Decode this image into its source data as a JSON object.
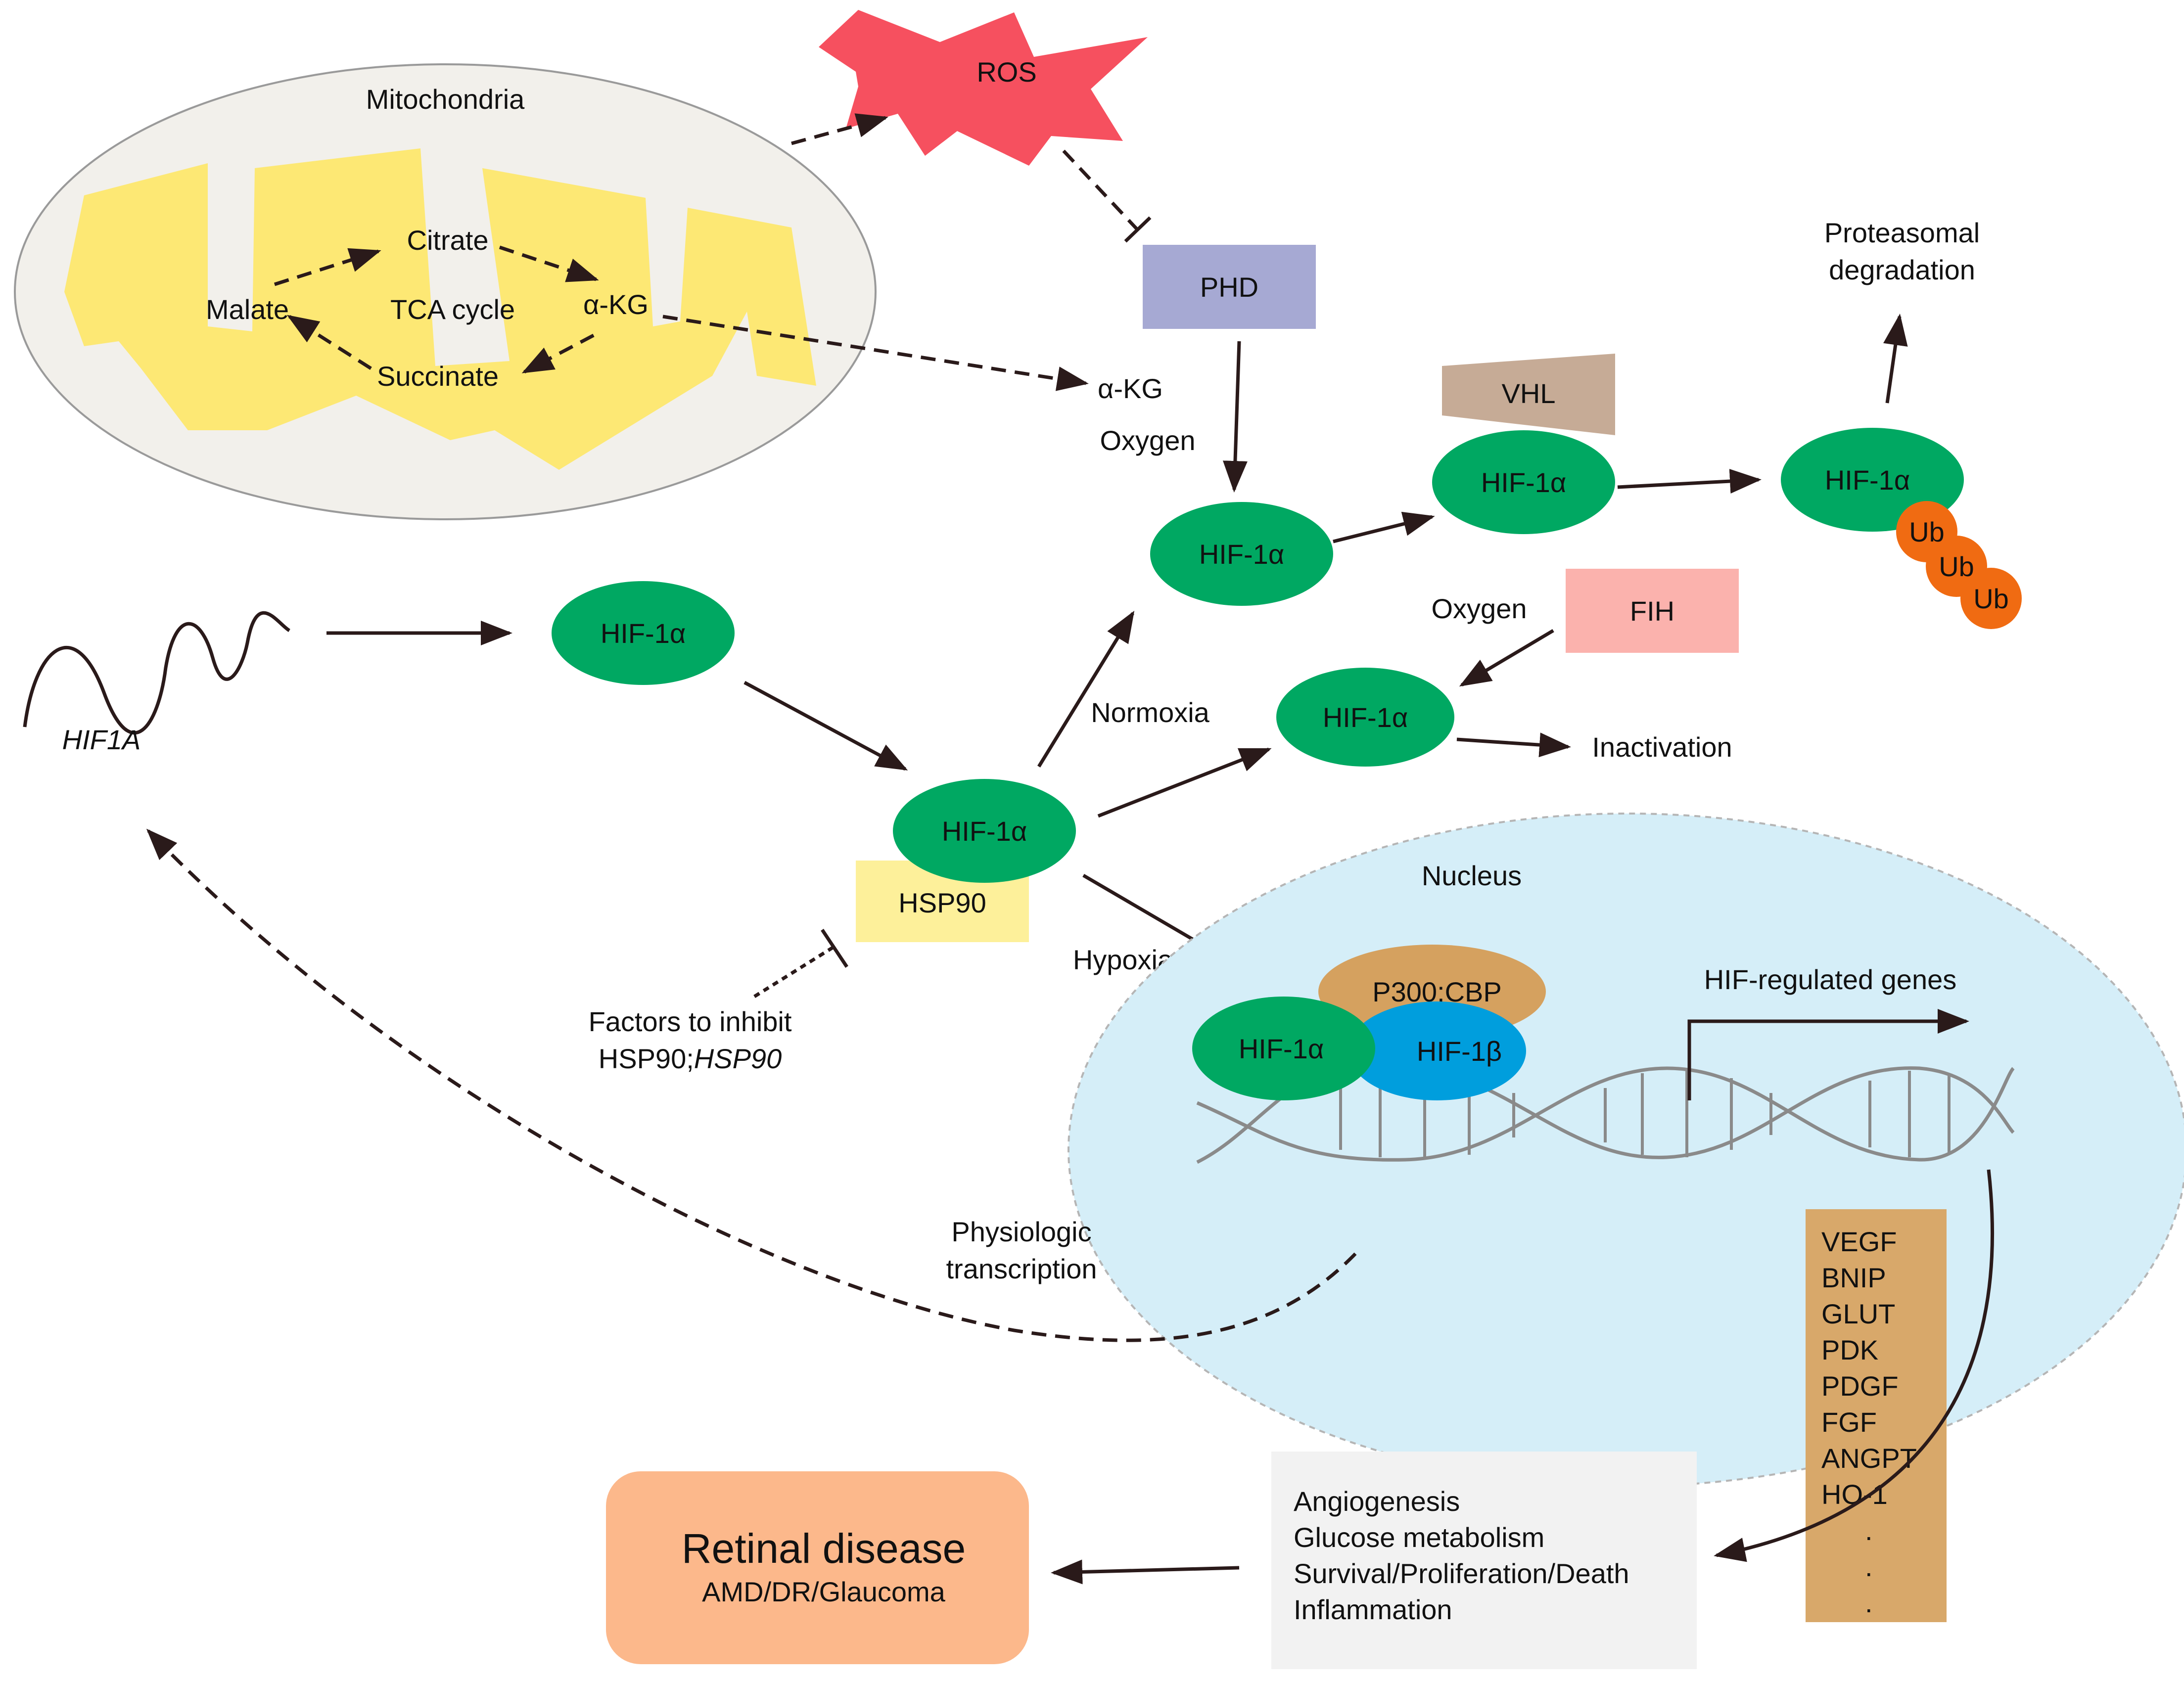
{
  "colors": {
    "hif_green": "#00a862",
    "mito_outer": "#f2f0eb",
    "mito_inner": "#fde874",
    "ros": "#f6505f",
    "phd": "#a6a9d3",
    "vhl": "#c6ab96",
    "fih": "#fbb2ad",
    "hsp90": "#fdf09a",
    "nucleus": "#d5eef8",
    "p300": "#d5a15f",
    "hif1b": "#009edd",
    "gene_box": "#d8a86a",
    "effects_box": "#f2f2f2",
    "retinal_box": "#fcb88b",
    "ub": "#f06b12",
    "arrow": "#2a1a1a"
  },
  "mitochondria": {
    "title": "Mitochondria",
    "malate": "Malate",
    "citrate": "Citrate",
    "tca": "TCA cycle",
    "akg": "α-KG",
    "succinate": "Succinate"
  },
  "ros": "ROS",
  "phd": "PHD",
  "akg_label": "α-KG",
  "oxygen_1": "Oxygen",
  "oxygen_2": "Oxygen",
  "vhl": "VHL",
  "fih": "FIH",
  "proteasomal": [
    "Proteasomal",
    "degradation"
  ],
  "ub": "Ub",
  "hif1a": "HIF-1α",
  "hif1b": "HIF-1β",
  "hif1a_gene": "HIF1A",
  "normoxia": "Normoxia",
  "inactivation": "Inactivation",
  "hypoxia": "Hypoxia",
  "hsp90": "HSP90",
  "inhibit_factors": {
    "line1": "Factors to inhibit",
    "line2_prefix": "HSP90;",
    "line2_italic": "HSP90"
  },
  "nucleus": "Nucleus",
  "p300": "P300;CBP",
  "hif_regulated": "HIF-regulated genes",
  "physiologic": [
    "Physiologic",
    "transcription"
  ],
  "genes": [
    "VEGF",
    "BNIP",
    "GLUT",
    "PDK",
    "PDGF",
    "FGF",
    "ANGPT",
    "HO-1",
    ".",
    ".",
    "."
  ],
  "effects": [
    "Angiogenesis",
    "Glucose metabolism",
    "Survival/Proliferation/Death",
    "Inflammation"
  ],
  "retinal": {
    "title": "Retinal disease",
    "subtitle": "AMD/DR/Glaucoma"
  }
}
